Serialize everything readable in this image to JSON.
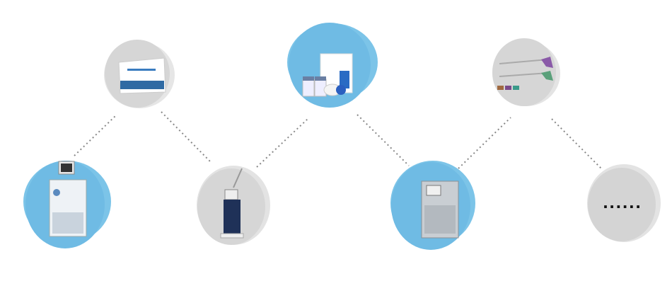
{
  "colors": {
    "blue": "#7cc4e8",
    "gray": "#d9d9d9",
    "line": "#888888"
  },
  "products": [
    {
      "name": "medicine-box",
      "style": "gray"
    },
    {
      "name": "injection-vials-kit",
      "style": "blue"
    },
    {
      "name": "surgical-staplers",
      "style": "gray"
    },
    {
      "name": "medical-device-cart",
      "style": "blue"
    },
    {
      "name": "laser-device",
      "style": "gray"
    },
    {
      "name": "steel-cabinet-device",
      "style": "blue"
    }
  ],
  "more": {
    "label": "......"
  }
}
